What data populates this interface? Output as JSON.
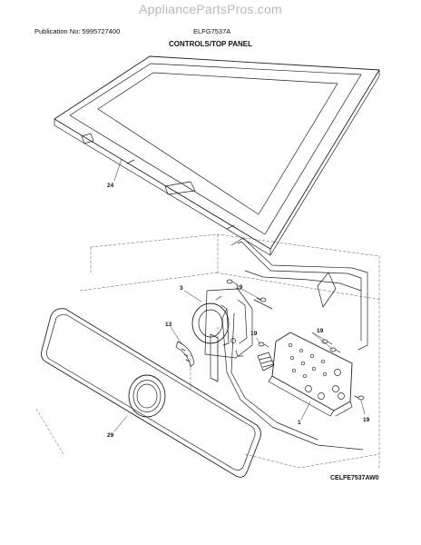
{
  "header": {
    "watermark": "AppliancePartsPros.com",
    "publication": "Publication No: 5995727400",
    "model": "ELFG7537A",
    "title": "CONTROLS/TOP PANEL"
  },
  "callouts": [
    {
      "id": "callout-24",
      "label": "24"
    },
    {
      "id": "callout-3",
      "label": "3"
    },
    {
      "id": "callout-19a",
      "label": "19"
    },
    {
      "id": "callout-13",
      "label": "13"
    },
    {
      "id": "callout-19b",
      "label": "19"
    },
    {
      "id": "callout-19c",
      "label": "19"
    },
    {
      "id": "callout-29",
      "label": "29"
    },
    {
      "id": "callout-1",
      "label": "1"
    },
    {
      "id": "callout-19d",
      "label": "19"
    }
  ],
  "footer": {
    "code": "CELFE7537AW0"
  }
}
